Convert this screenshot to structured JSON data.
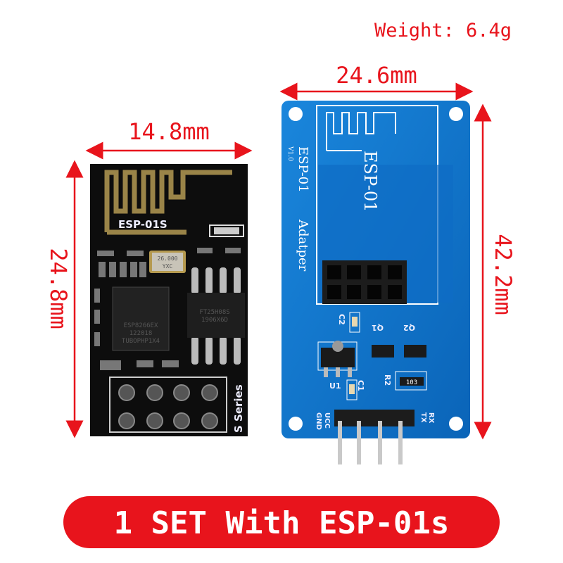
{
  "weight_label": "Weight: 6.4g",
  "dimensions": {
    "esp01s_width": "14.8mm",
    "esp01s_height": "24.8mm",
    "adapter_width": "24.6mm",
    "adapter_height": "42.2mm"
  },
  "banner": {
    "text": "1 SET With ESP-01s",
    "color": "#e8141c"
  },
  "esp01s_board": {
    "label": "ESP-01S",
    "chip_text": [
      "ESP8266EX",
      "122018",
      "TUBOPHP1X4"
    ],
    "flash_text": [
      "FT25H08S",
      "1906X6D"
    ],
    "crystal_text": [
      "26.000",
      "YXC"
    ],
    "series_label": "S Series",
    "board_color": "#0d0d0d"
  },
  "adapter_board": {
    "version": "V1.0",
    "title": "ESP-01",
    "subtitle": "Adatper",
    "antenna_label": "ESP-01",
    "components": [
      "C2",
      "Q1",
      "Q2",
      "U1",
      "C1",
      "R2"
    ],
    "resistor_code": "103",
    "pin_labels": [
      "GND",
      "UCC",
      "RX",
      "TX"
    ],
    "board_color": "#0a72c8"
  }
}
